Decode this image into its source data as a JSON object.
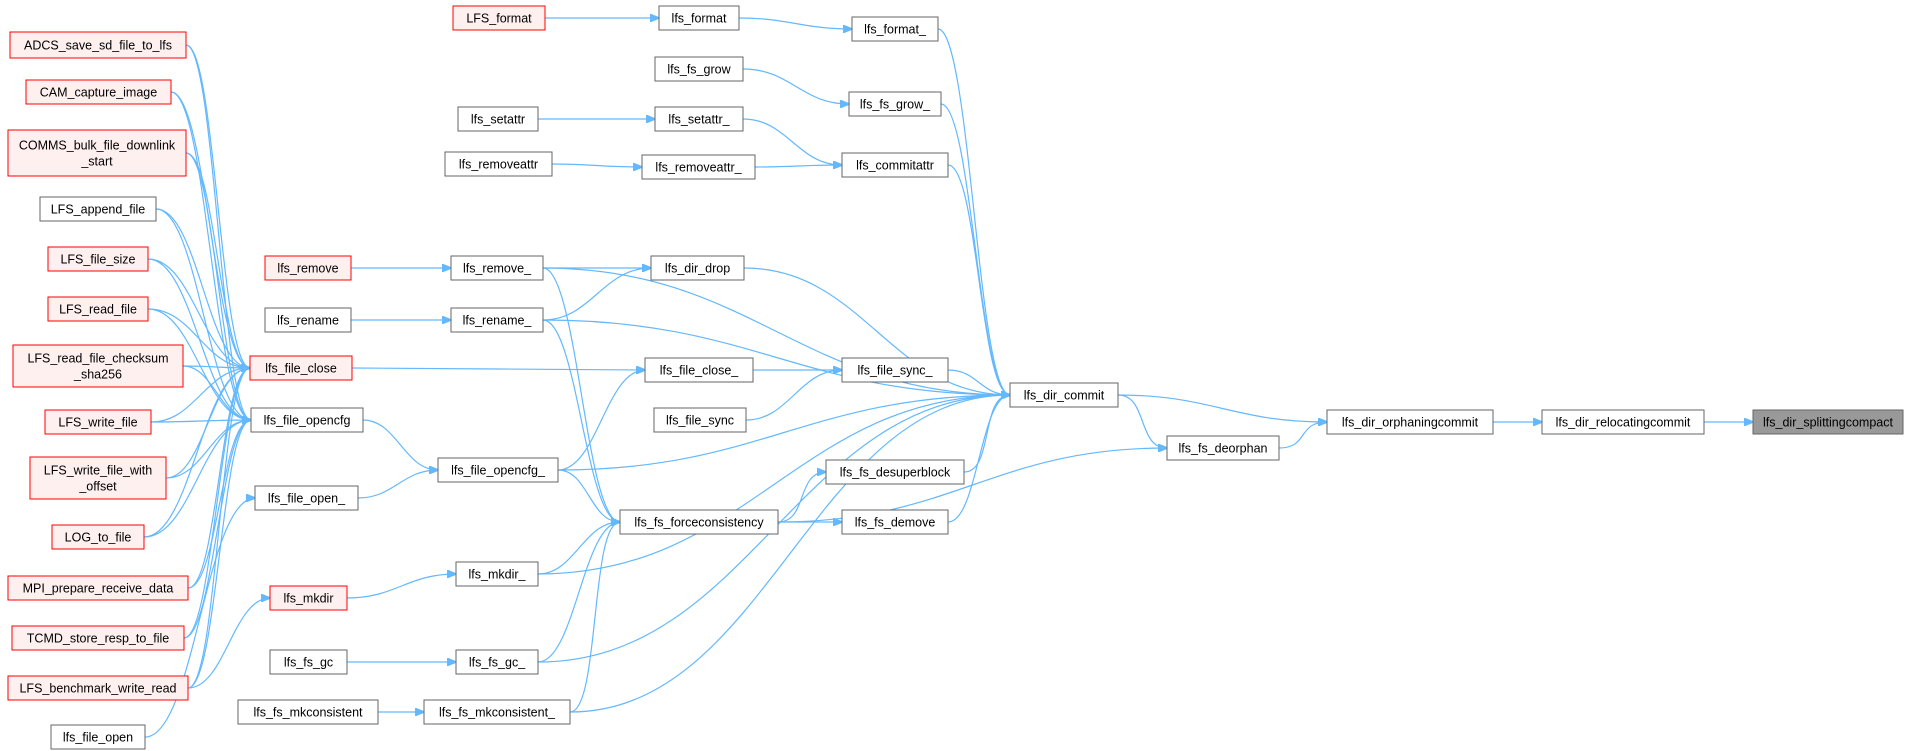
{
  "colors": {
    "edge": "#63b8ff",
    "node_fill": "#ffffff",
    "node_border": "#666666",
    "red_node_fill": "#fff0f0",
    "red_node_border": "#ff0000",
    "focus_node_fill": "#999999",
    "focus_node_border": "#666666"
  },
  "nodes": {
    "LFS_format": {
      "label": "LFS_format",
      "style": "red"
    },
    "lfs_format": {
      "label": "lfs_format",
      "style": "normal"
    },
    "lfs_format_": {
      "label": "lfs_format_",
      "style": "normal"
    },
    "lfs_fs_grow": {
      "label": "lfs_fs_grow",
      "style": "normal"
    },
    "lfs_fs_grow_": {
      "label": "lfs_fs_grow_",
      "style": "normal"
    },
    "lfs_setattr": {
      "label": "lfs_setattr",
      "style": "normal"
    },
    "lfs_setattr_": {
      "label": "lfs_setattr_",
      "style": "normal"
    },
    "lfs_removeattr": {
      "label": "lfs_removeattr",
      "style": "normal"
    },
    "lfs_removeattr_": {
      "label": "lfs_removeattr_",
      "style": "normal"
    },
    "lfs_commitattr": {
      "label": "lfs_commitattr",
      "style": "normal"
    },
    "lfs_remove": {
      "label": "lfs_remove",
      "style": "red"
    },
    "lfs_remove_": {
      "label": "lfs_remove_",
      "style": "normal"
    },
    "lfs_dir_drop": {
      "label": "lfs_dir_drop",
      "style": "normal"
    },
    "lfs_rename": {
      "label": "lfs_rename",
      "style": "normal"
    },
    "lfs_rename_": {
      "label": "lfs_rename_",
      "style": "normal"
    },
    "ADCS_save": {
      "label": "ADCS_save_sd_file_to_lfs",
      "style": "red"
    },
    "CAM_capture": {
      "label": "CAM_capture_image",
      "style": "red"
    },
    "COMMS_bulk": {
      "label": "COMMS_bulk_file_downlink\n_start",
      "style": "red"
    },
    "LFS_append_file": {
      "label": "LFS_append_file",
      "style": "normal"
    },
    "LFS_file_size": {
      "label": "LFS_file_size",
      "style": "red"
    },
    "LFS_read_file": {
      "label": "LFS_read_file",
      "style": "red"
    },
    "LFS_read_checksum": {
      "label": "LFS_read_file_checksum\n_sha256",
      "style": "red"
    },
    "LFS_write_file": {
      "label": "LFS_write_file",
      "style": "red"
    },
    "LFS_write_offset": {
      "label": "LFS_write_file_with\n_offset",
      "style": "red"
    },
    "LOG_to_file": {
      "label": "LOG_to_file",
      "style": "red"
    },
    "MPI_prepare": {
      "label": "MPI_prepare_receive_data",
      "style": "red"
    },
    "TCMD_store": {
      "label": "TCMD_store_resp_to_file",
      "style": "red"
    },
    "LFS_benchmark": {
      "label": "LFS_benchmark_write_read",
      "style": "red"
    },
    "lfs_file_open": {
      "label": "lfs_file_open",
      "style": "normal"
    },
    "lfs_file_close": {
      "label": "lfs_file_close",
      "style": "red"
    },
    "lfs_file_opencfg": {
      "label": "lfs_file_opencfg",
      "style": "normal"
    },
    "lfs_file_open_": {
      "label": "lfs_file_open_",
      "style": "normal"
    },
    "lfs_mkdir": {
      "label": "lfs_mkdir",
      "style": "red"
    },
    "lfs_fs_gc": {
      "label": "lfs_fs_gc",
      "style": "normal"
    },
    "lfs_fs_mkconsistent": {
      "label": "lfs_fs_mkconsistent",
      "style": "normal"
    },
    "lfs_file_opencfg_": {
      "label": "lfs_file_opencfg_",
      "style": "normal"
    },
    "lfs_mkdir_": {
      "label": "lfs_mkdir_",
      "style": "normal"
    },
    "lfs_fs_gc_": {
      "label": "lfs_fs_gc_",
      "style": "normal"
    },
    "lfs_fs_mkconsistent_": {
      "label": "lfs_fs_mkconsistent_",
      "style": "normal"
    },
    "lfs_file_close_": {
      "label": "lfs_file_close_",
      "style": "normal"
    },
    "lfs_file_sync": {
      "label": "lfs_file_sync",
      "style": "normal"
    },
    "lfs_fs_forceconsistency": {
      "label": "lfs_fs_forceconsistency",
      "style": "normal"
    },
    "lfs_file_sync_": {
      "label": "lfs_file_sync_",
      "style": "normal"
    },
    "lfs_fs_desuperblock": {
      "label": "lfs_fs_desuperblock",
      "style": "normal"
    },
    "lfs_fs_demove": {
      "label": "lfs_fs_demove",
      "style": "normal"
    },
    "lfs_dir_commit": {
      "label": "lfs_dir_commit",
      "style": "normal"
    },
    "lfs_fs_deorphan": {
      "label": "lfs_fs_deorphan",
      "style": "normal"
    },
    "lfs_dir_orphaningcommit": {
      "label": "lfs_dir_orphaningcommit",
      "style": "normal"
    },
    "lfs_dir_relocatingcommit": {
      "label": "lfs_dir_relocatingcommit",
      "style": "normal"
    },
    "lfs_dir_splittingcompact": {
      "label": "lfs_dir_splittingcompact",
      "style": "focus"
    }
  },
  "edges": [
    [
      "LFS_format",
      "lfs_format"
    ],
    [
      "lfs_format",
      "lfs_format_"
    ],
    [
      "lfs_format_",
      "lfs_dir_commit"
    ],
    [
      "lfs_fs_grow",
      "lfs_fs_grow_"
    ],
    [
      "lfs_fs_grow_",
      "lfs_dir_commit"
    ],
    [
      "lfs_setattr",
      "lfs_setattr_"
    ],
    [
      "lfs_setattr_",
      "lfs_commitattr"
    ],
    [
      "lfs_removeattr",
      "lfs_removeattr_"
    ],
    [
      "lfs_removeattr_",
      "lfs_commitattr"
    ],
    [
      "lfs_commitattr",
      "lfs_dir_commit"
    ],
    [
      "lfs_remove",
      "lfs_remove_"
    ],
    [
      "lfs_remove_",
      "lfs_dir_drop"
    ],
    [
      "lfs_remove_",
      "lfs_dir_commit"
    ],
    [
      "lfs_remove_",
      "lfs_fs_forceconsistency"
    ],
    [
      "lfs_rename",
      "lfs_rename_"
    ],
    [
      "lfs_rename_",
      "lfs_dir_drop"
    ],
    [
      "lfs_rename_",
      "lfs_dir_commit"
    ],
    [
      "lfs_rename_",
      "lfs_fs_forceconsistency"
    ],
    [
      "lfs_dir_drop",
      "lfs_dir_commit"
    ],
    [
      "ADCS_save",
      "lfs_file_close"
    ],
    [
      "ADCS_save",
      "lfs_file_opencfg"
    ],
    [
      "CAM_capture",
      "lfs_file_close"
    ],
    [
      "CAM_capture",
      "lfs_file_opencfg"
    ],
    [
      "COMMS_bulk",
      "lfs_file_close"
    ],
    [
      "COMMS_bulk",
      "lfs_file_opencfg"
    ],
    [
      "LFS_append_file",
      "lfs_file_close"
    ],
    [
      "LFS_append_file",
      "lfs_file_opencfg"
    ],
    [
      "LFS_file_size",
      "lfs_file_close"
    ],
    [
      "LFS_file_size",
      "lfs_file_opencfg"
    ],
    [
      "LFS_read_file",
      "lfs_file_close"
    ],
    [
      "LFS_read_file",
      "lfs_file_opencfg"
    ],
    [
      "LFS_read_checksum",
      "lfs_file_close"
    ],
    [
      "LFS_read_checksum",
      "lfs_file_opencfg"
    ],
    [
      "LFS_write_file",
      "lfs_file_close"
    ],
    [
      "LFS_write_file",
      "lfs_file_opencfg"
    ],
    [
      "LFS_write_offset",
      "lfs_file_close"
    ],
    [
      "LFS_write_offset",
      "lfs_file_opencfg"
    ],
    [
      "LOG_to_file",
      "lfs_file_close"
    ],
    [
      "LOG_to_file",
      "lfs_file_opencfg"
    ],
    [
      "MPI_prepare",
      "lfs_file_close"
    ],
    [
      "MPI_prepare",
      "lfs_file_opencfg"
    ],
    [
      "TCMD_store",
      "lfs_file_close"
    ],
    [
      "TCMD_store",
      "lfs_file_opencfg"
    ],
    [
      "LFS_benchmark",
      "lfs_file_close"
    ],
    [
      "LFS_benchmark",
      "lfs_file_opencfg"
    ],
    [
      "LFS_benchmark",
      "lfs_mkdir"
    ],
    [
      "lfs_file_open",
      "lfs_file_open_"
    ],
    [
      "lfs_file_close",
      "lfs_file_close_"
    ],
    [
      "lfs_file_opencfg",
      "lfs_file_opencfg_"
    ],
    [
      "lfs_file_open_",
      "lfs_file_opencfg_"
    ],
    [
      "lfs_mkdir",
      "lfs_mkdir_"
    ],
    [
      "lfs_fs_gc",
      "lfs_fs_gc_"
    ],
    [
      "lfs_fs_mkconsistent",
      "lfs_fs_mkconsistent_"
    ],
    [
      "lfs_file_opencfg_",
      "lfs_file_close_"
    ],
    [
      "lfs_file_opencfg_",
      "lfs_dir_commit"
    ],
    [
      "lfs_file_opencfg_",
      "lfs_fs_forceconsistency"
    ],
    [
      "lfs_mkdir_",
      "lfs_fs_forceconsistency"
    ],
    [
      "lfs_mkdir_",
      "lfs_dir_commit"
    ],
    [
      "lfs_fs_gc_",
      "lfs_fs_forceconsistency"
    ],
    [
      "lfs_fs_gc_",
      "lfs_dir_commit"
    ],
    [
      "lfs_fs_mkconsistent_",
      "lfs_fs_forceconsistency"
    ],
    [
      "lfs_fs_mkconsistent_",
      "lfs_dir_commit"
    ],
    [
      "lfs_file_close_",
      "lfs_file_sync_"
    ],
    [
      "lfs_file_sync",
      "lfs_file_sync_"
    ],
    [
      "lfs_file_sync_",
      "lfs_dir_commit"
    ],
    [
      "lfs_fs_forceconsistency",
      "lfs_fs_desuperblock"
    ],
    [
      "lfs_fs_forceconsistency",
      "lfs_fs_demove"
    ],
    [
      "lfs_fs_forceconsistency",
      "lfs_fs_deorphan"
    ],
    [
      "lfs_fs_desuperblock",
      "lfs_dir_commit"
    ],
    [
      "lfs_fs_demove",
      "lfs_dir_commit"
    ],
    [
      "lfs_dir_commit",
      "lfs_fs_deorphan"
    ],
    [
      "lfs_dir_commit",
      "lfs_dir_orphaningcommit"
    ],
    [
      "lfs_fs_deorphan",
      "lfs_dir_orphaningcommit"
    ],
    [
      "lfs_dir_orphaningcommit",
      "lfs_dir_relocatingcommit"
    ],
    [
      "lfs_dir_relocatingcommit",
      "lfs_dir_splittingcompact"
    ]
  ]
}
